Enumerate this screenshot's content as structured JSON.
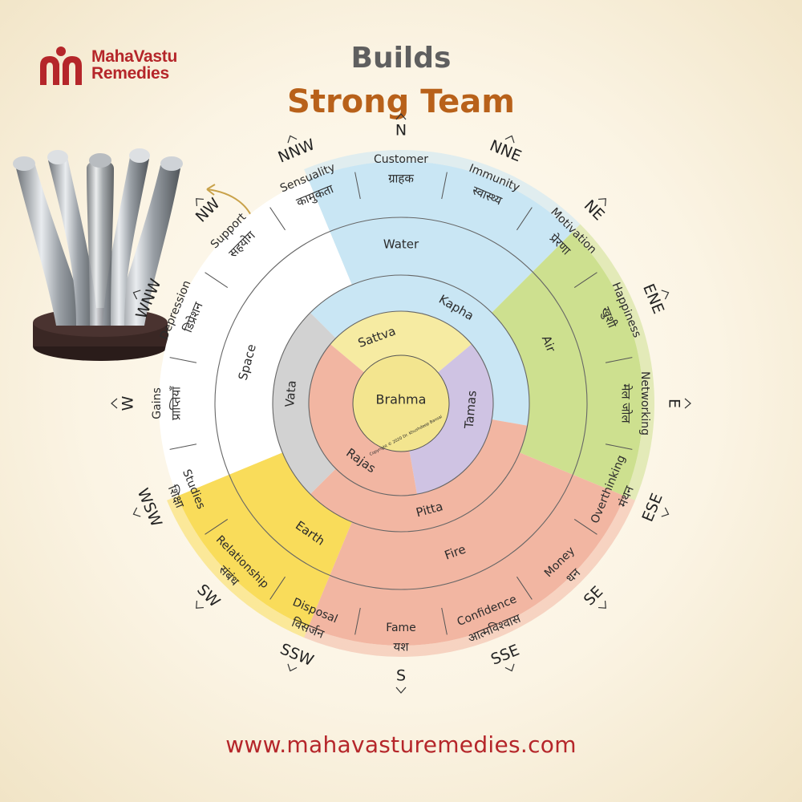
{
  "brand": {
    "name_line1": "MahaVastu",
    "name_line2": "Remedies",
    "color": "#b5262a"
  },
  "headline": {
    "line1": "Builds",
    "line2": "Strong Team"
  },
  "website": "www.mahavasturemedies.com",
  "product": {
    "icon": "team-hands-statue-icon"
  },
  "wheel": {
    "center": {
      "label": "Brahma",
      "copyright": "Copyright © 2020 Dr. Khushdeep Bansal"
    },
    "gunas": [
      "Sattva",
      "Tamas",
      "Rajas"
    ],
    "doshas": [
      "Kapha",
      "Pitta",
      "Vata"
    ],
    "elements": [
      "Water",
      "Air",
      "Fire",
      "Earth",
      "Space"
    ],
    "zone_colors": {
      "water": "#c9e6f4",
      "air": "#cde08f",
      "fire": "#f2b6a2",
      "earth": "#f9dc5a",
      "space": "#ffffff",
      "vata": "#d2d2d2",
      "sattva": "#f6eba2",
      "tamas": "#cfc3e3",
      "rajas": "#f2b6a2",
      "center": "#f3e58f"
    },
    "directions": [
      {
        "code": "N",
        "hindi": "ग्राहक",
        "english": "Customer"
      },
      {
        "code": "NNE",
        "hindi": "स्वास्थ्य",
        "english": "Immunity"
      },
      {
        "code": "NE",
        "hindi": "प्रेरणा",
        "english": "Motivation"
      },
      {
        "code": "ENE",
        "hindi": "खुशी",
        "english": "Happiness"
      },
      {
        "code": "E",
        "hindi": "मेल जोल",
        "english": "Networking"
      },
      {
        "code": "ESE",
        "hindi": "मंथन",
        "english": "Overthinking"
      },
      {
        "code": "SE",
        "hindi": "धन",
        "english": "Money"
      },
      {
        "code": "SSE",
        "hindi": "आत्मविश्वास",
        "english": "Confidence"
      },
      {
        "code": "S",
        "hindi": "यश",
        "english": "Fame"
      },
      {
        "code": "SSW",
        "hindi": "विसर्जन",
        "english": "Disposal"
      },
      {
        "code": "SW",
        "hindi": "संबंध",
        "english": "Relationship"
      },
      {
        "code": "WSW",
        "hindi": "शिक्षा",
        "english": "Studies"
      },
      {
        "code": "W",
        "hindi": "प्राप्तियाँ",
        "english": "Gains"
      },
      {
        "code": "WNW",
        "hindi": "डिप्रेशन",
        "english": "Depression"
      },
      {
        "code": "NW",
        "hindi": "सहयोग",
        "english": "Support"
      },
      {
        "code": "NNW",
        "hindi": "कामुकता",
        "english": "Sensuality"
      }
    ]
  }
}
